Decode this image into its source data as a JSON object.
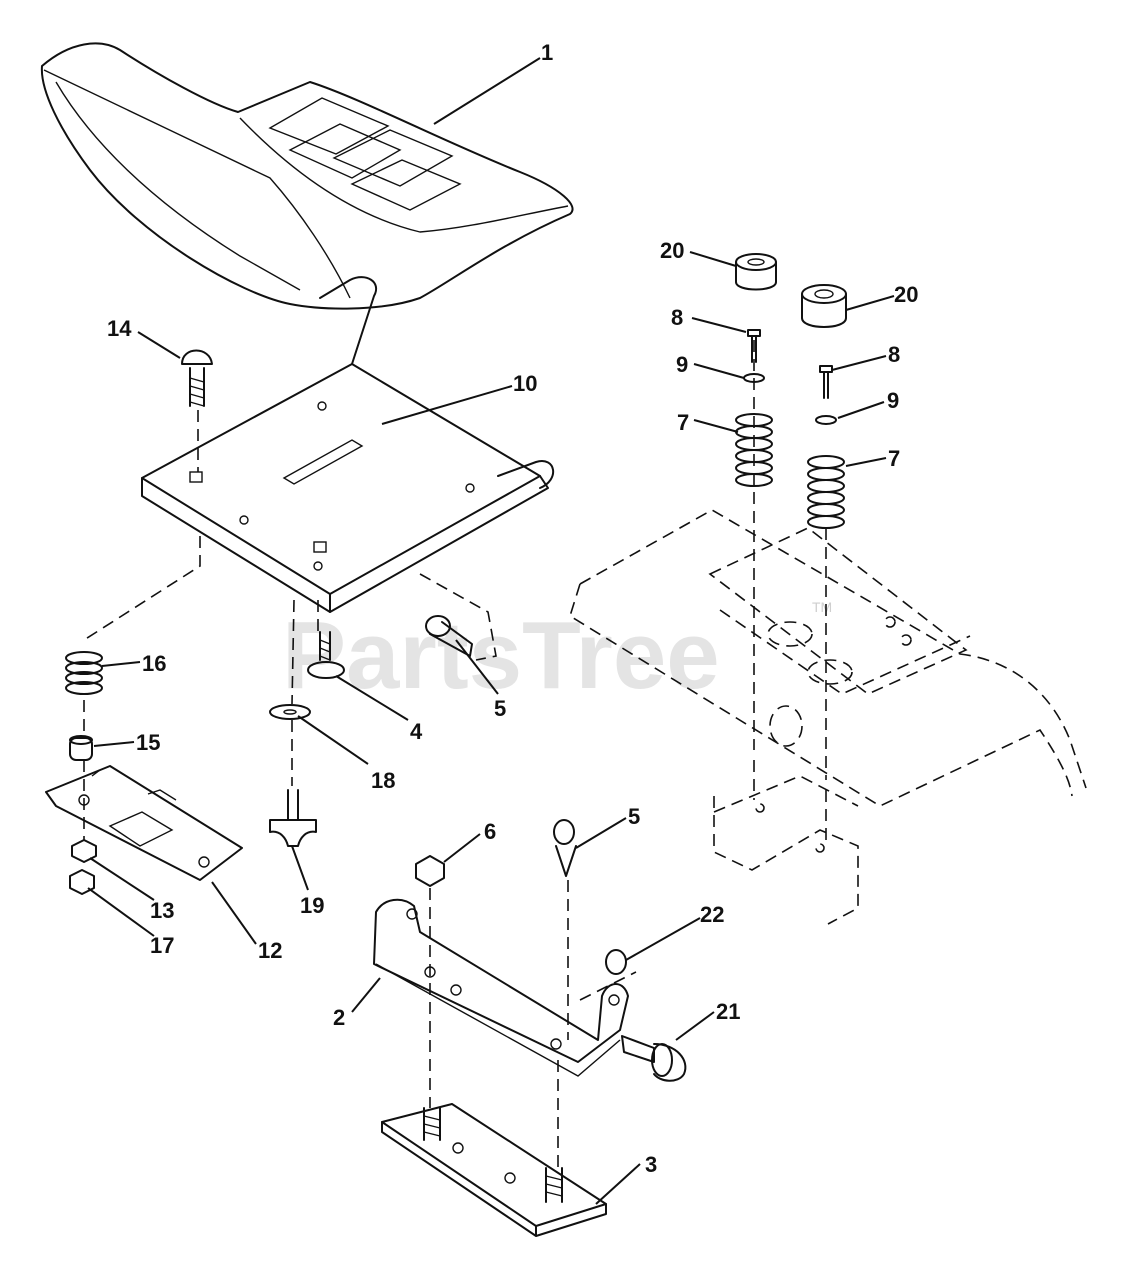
{
  "watermark": {
    "text": "PartsTree",
    "trademark": "TM"
  },
  "callouts": {
    "c1": "1",
    "c2": "2",
    "c3": "3",
    "c4": "4",
    "c5a": "5",
    "c5b": "5",
    "c6": "6",
    "c7a": "7",
    "c7b": "7",
    "c8a": "8",
    "c8b": "8",
    "c9a": "9",
    "c9b": "9",
    "c10": "10",
    "c12": "12",
    "c13": "13",
    "c14": "14",
    "c15": "15",
    "c16": "16",
    "c17": "17",
    "c18": "18",
    "c19": "19",
    "c20a": "20",
    "c20b": "20",
    "c21": "21",
    "c22": "22"
  }
}
